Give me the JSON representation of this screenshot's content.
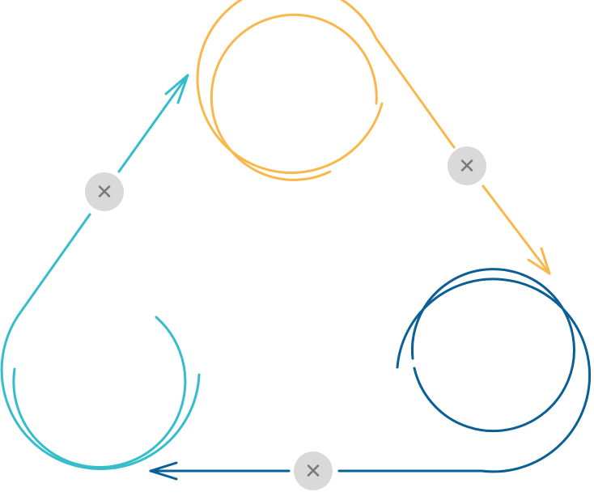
{
  "diagram": {
    "colors": {
      "orange": "#F9B84B",
      "dark_blue": "#0A5F97",
      "teal": "#35BDCB",
      "badge_fill": "#D9D9D9",
      "badge_glyph": "#7A7A7A",
      "background": "#FFFFFF"
    },
    "nodes": [
      {
        "id": "orange-cycle",
        "color_key": "orange",
        "icon": "spiral-loop-icon"
      },
      {
        "id": "blue-cycle",
        "color_key": "dark_blue",
        "icon": "spiral-loop-icon"
      },
      {
        "id": "teal-cycle",
        "color_key": "teal",
        "icon": "spiral-loop-icon"
      }
    ],
    "edges": [
      {
        "from": "orange-cycle",
        "to": "blue-cycle",
        "color_key": "orange",
        "badge_icon": "close-icon",
        "badge_glyph": "✕"
      },
      {
        "from": "blue-cycle",
        "to": "teal-cycle",
        "color_key": "dark_blue",
        "badge_icon": "close-icon",
        "badge_glyph": "✕"
      },
      {
        "from": "teal-cycle",
        "to": "orange-cycle",
        "color_key": "teal",
        "badge_icon": "close-icon",
        "badge_glyph": "✕"
      }
    ]
  }
}
